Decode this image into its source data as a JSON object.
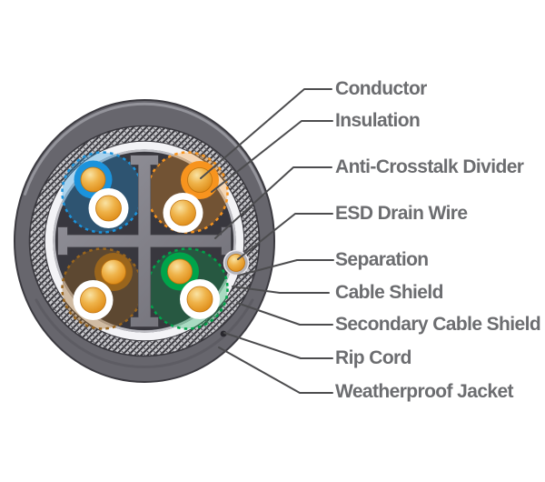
{
  "diagram": {
    "labels": [
      "Conductor",
      "Insulation",
      "Anti-Crosstalk Divider",
      "ESD Drain Wire",
      "Separation",
      "Cable Shield",
      "Secondary Cable Shield",
      "Rip Cord",
      "Weatherproof Jacket"
    ]
  },
  "colors": {
    "pair_blue": "#1b93dc",
    "pair_orange": "#f7941e",
    "pair_brown": "#9a651c",
    "pair_green": "#00a44a",
    "conductor_gold": "#e6992b",
    "shield_silver": "#f3f3f6",
    "separation_gray": "#bcbcc2",
    "braid_gray": "#c7c7cb",
    "jacket_gray": "#67666d",
    "divider_gray": "#85848c",
    "drain_ring_gray": "#b3b3b9",
    "rip_cord_dark": "#29282e",
    "label_text": "#6c6d70",
    "leader_line": "#4c4c4e"
  }
}
